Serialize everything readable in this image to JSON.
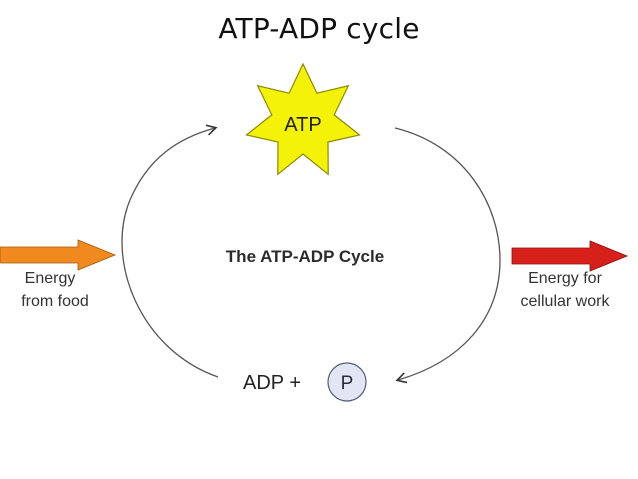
{
  "title": "ATP-ADP cycle",
  "diagram": {
    "center_label": "The ATP-ADP Cycle",
    "atp_label": "ATP",
    "adp_label": "ADP +",
    "phosphate_label": "P",
    "input": {
      "line1": "Energy",
      "line2": "from food"
    },
    "output": {
      "line1": "Energy for",
      "line2": "cellular work"
    }
  },
  "colors": {
    "star_fill": "#f5f20a",
    "star_stroke": "#8a8a00",
    "input_arrow": "#f08a1e",
    "output_arrow": "#d8201a",
    "phosphate_fill": "#e2e6f2",
    "phosphate_stroke": "#555a7a",
    "cycle_line": "#555555"
  }
}
